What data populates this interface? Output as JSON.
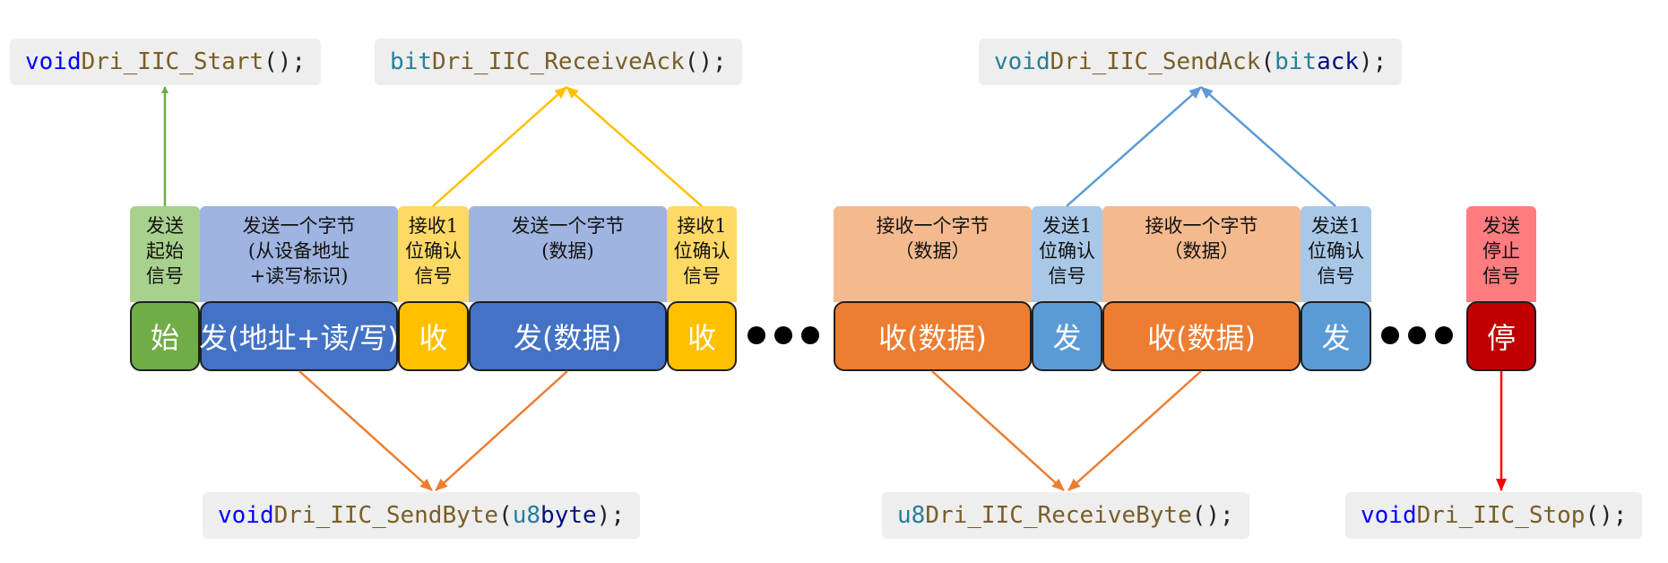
{
  "functions": {
    "start": {
      "ret": "void",
      "name": "Dri_IIC_Start",
      "tail": "();"
    },
    "receive_ack": {
      "ret": "bit",
      "name": "Dri_IIC_ReceiveAck",
      "tail": "();"
    },
    "send_ack": {
      "ret": "void",
      "name": "Dri_IIC_SendAck",
      "open": "(",
      "ptype": "bit",
      "pname": "ack",
      "tail": ");"
    },
    "send_byte": {
      "ret": "void",
      "name": "Dri_IIC_SendByte",
      "open": "(",
      "ptype": "u8",
      "pname": "byte",
      "tail": ");"
    },
    "receive_byte": {
      "ret": "u8",
      "name": "Dri_IIC_ReceiveByte",
      "tail": "();"
    },
    "stop": {
      "ret": "void",
      "name": "Dri_IIC_Stop",
      "tail": "();"
    }
  },
  "segments": [
    {
      "desc": "发送\n起始\n信号",
      "label": "始",
      "desc_color": "#a9d18e",
      "color": "#70ad47"
    },
    {
      "desc": "发送一个字节\n(从设备地址\n+读写标识)",
      "label": "发(地址+读/写)",
      "desc_color": "#9fb4e0",
      "color": "#4472c4"
    },
    {
      "desc": "接收1\n位确认\n信号",
      "label": "收",
      "desc_color": "#ffd966",
      "color": "#ffc000"
    },
    {
      "desc": "发送一个字节\n(数据)",
      "label": "发(数据)",
      "desc_color": "#9fb4e0",
      "color": "#4472c4"
    },
    {
      "desc": "接收1\n位确认\n信号",
      "label": "收",
      "desc_color": "#ffd966",
      "color": "#ffc000"
    },
    {
      "desc": "接收一个字节\n（数据）",
      "label": "收(数据)",
      "desc_color": "#f4b98e",
      "color": "#ed7d31"
    },
    {
      "desc": "发送1\n位确认\n信号",
      "label": "发",
      "desc_color": "#a9c8e8",
      "color": "#5b9bd5"
    },
    {
      "desc": "接收一个字节\n（数据）",
      "label": "收(数据)",
      "desc_color": "#f4b98e",
      "color": "#ed7d31"
    },
    {
      "desc": "发送1\n位确认\n信号",
      "label": "发",
      "desc_color": "#a9c8e8",
      "color": "#5b9bd5"
    },
    {
      "desc": "发送\n停止\n信号",
      "label": "停",
      "desc_color": "#ff7c80",
      "color": "#c00000"
    }
  ],
  "arrow_colors": {
    "start": "#70ad47",
    "ack_receive": "#ffc000",
    "ack_send": "#5b9bd5",
    "byte": "#ed7d31",
    "stop": "#ff0000"
  }
}
